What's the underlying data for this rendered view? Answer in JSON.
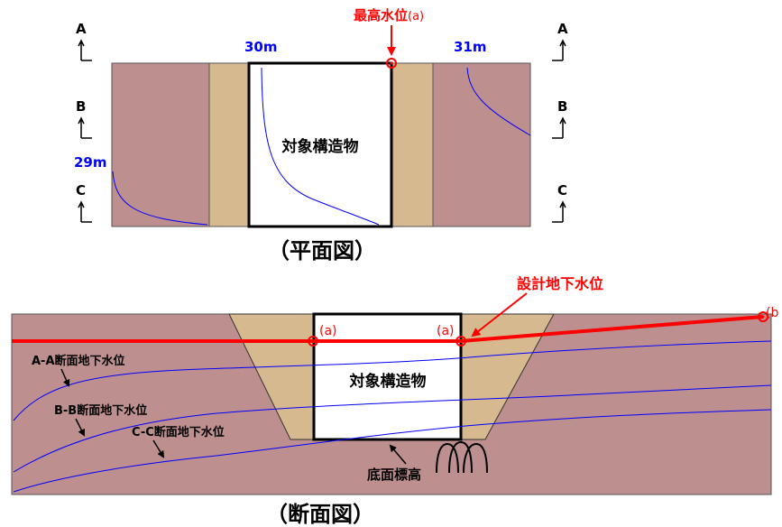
{
  "plan": {
    "caption": "（平面図）",
    "structure_label": "対象構造物",
    "contour_labels": {
      "left": "29m",
      "top": "30m",
      "right": "31m"
    },
    "max_water_level_label": "最高水位",
    "point_a_label": "(a)",
    "section_markers": {
      "a": "A",
      "b": "B",
      "c": "C"
    }
  },
  "section": {
    "caption": "（断面図）",
    "structure_label": "対象構造物",
    "design_groundwater_label": "設計地下水位",
    "point_a_label": "(a)",
    "point_b_label": "(b",
    "aa_label": "A-A断面地下水位",
    "bb_label": "B-B断面地下水位",
    "cc_label": "C-C断面地下水位",
    "bottom_elevation_label": "底面標高"
  },
  "colors": {
    "ground": "#be8f8f",
    "backfill": "#d6b98f",
    "red": "#ff0000",
    "blue": "#0000ff",
    "black": "#000000"
  }
}
